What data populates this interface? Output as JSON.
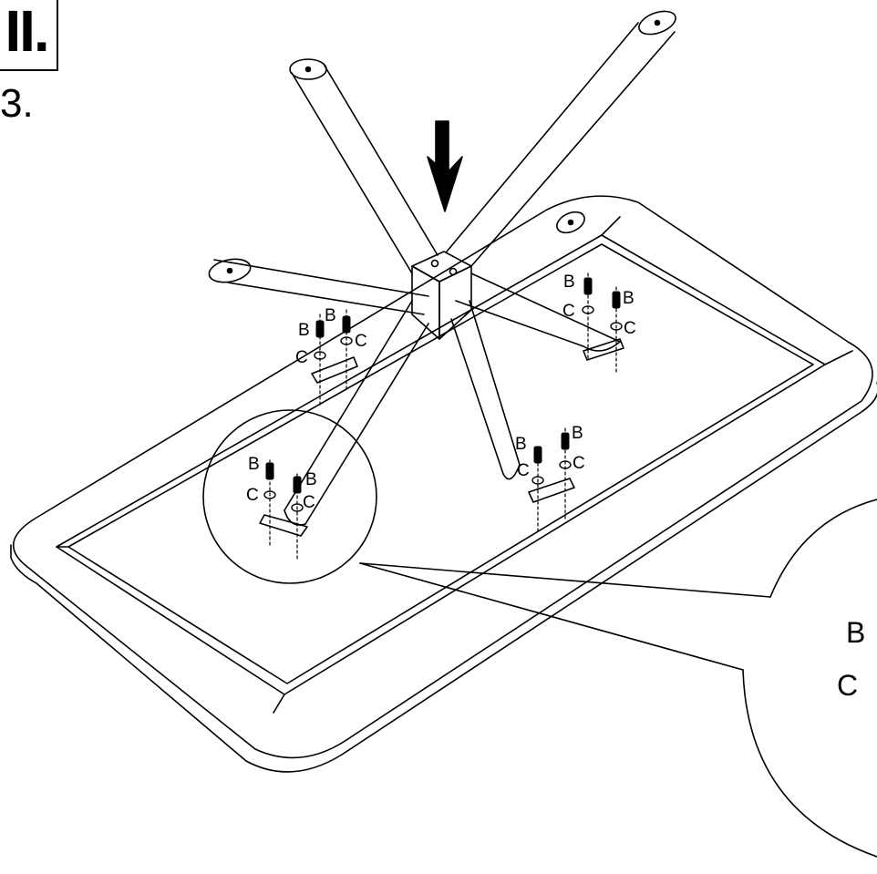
{
  "step": {
    "number": "II.",
    "sub": "3."
  },
  "labels": {
    "bolt": "B",
    "washer": "C"
  },
  "colors": {
    "line": "#000000",
    "background": "#ffffff"
  }
}
